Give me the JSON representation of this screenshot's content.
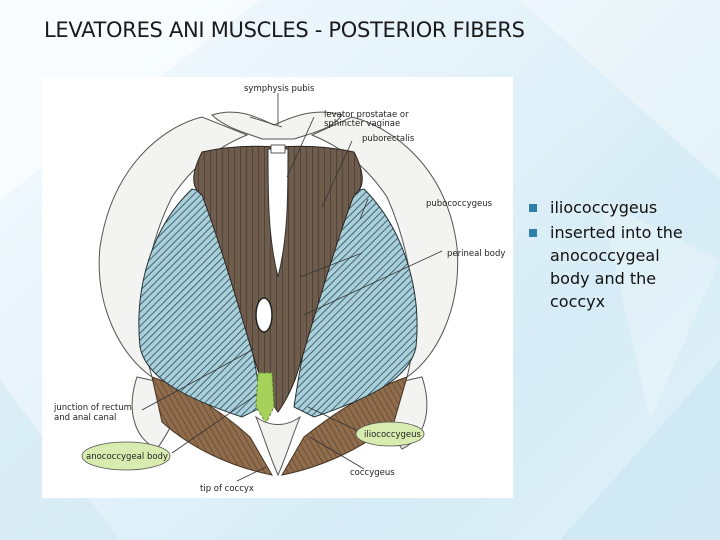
{
  "title": "LEVATORES ANI MUSCLES - POSTERIOR FIBERS",
  "figure": {
    "labels": {
      "symphysis_pubis": "symphysis pubis",
      "levator_line1": "levator prostatae or",
      "levator_line2": "sphincter vaginae",
      "puborectalis": "puborectalis",
      "pubococcygeus": "pubococcygeus",
      "perineal_body": "perineal body",
      "junction_line1": "junction of rectum",
      "junction_line2": "and anal canal",
      "iliococcygeus": "iliococcygeus",
      "anococcygeal_body": "anococcygeal body",
      "coccygeus": "coccygeus",
      "tip_of_coccyx": "tip of coccyx"
    }
  },
  "bullets": [
    {
      "text": "iliococcygeus"
    },
    {
      "text": "inserted into the anococcygeal body and the coccyx"
    }
  ],
  "colors": {
    "bullet": "#2f7fa8",
    "hatch_fill": "#9fc7d4",
    "muscle_brown": "#6b5a4a",
    "coccygeus_brown": "#8a6a4a",
    "highlight_green": "#d8ecb0"
  }
}
